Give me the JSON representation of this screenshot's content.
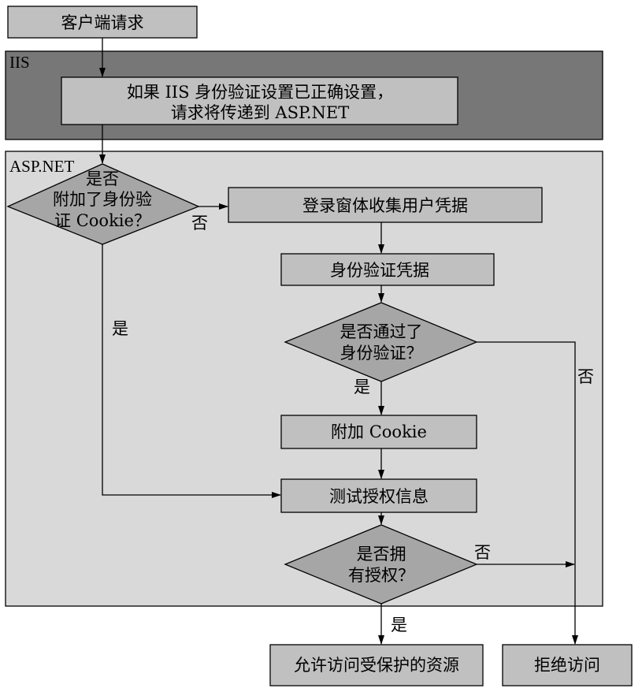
{
  "frames": {
    "iis_label": "IIS",
    "asp_label": "ASP.NET"
  },
  "nodes": {
    "client_request": "客户端请求",
    "iis_check_line1": "如果 IIS 身份验证设置已正确设置，",
    "iis_check_line2": "请求将传递到 ASP.NET",
    "cookie_q_line1": "是否",
    "cookie_q_line2": "附加了身份验",
    "cookie_q_line3": "证 Cookie？",
    "login_form": "登录窗体收集用户凭据",
    "auth_credentials": "身份验证凭据",
    "auth_q_line1": "是否通过了",
    "auth_q_line2": "身份验证？",
    "attach_cookie": "附加 Cookie",
    "test_auth": "测试授权信息",
    "authz_q_line1": "是否拥",
    "authz_q_line2": "有授权？",
    "allow_access": "允许访问受保护的资源",
    "deny_access": "拒绝访问"
  },
  "edges": {
    "no_cookie": "否",
    "yes_cookie": "是",
    "auth_yes": "是",
    "auth_no": "否",
    "authz_no": "否",
    "authz_yes": "是"
  },
  "colors": {
    "box": "#c0c0c0",
    "iis_frame": "#777777",
    "asp_frame": "#d9d9d9",
    "diamond": "#a6a6a6"
  }
}
